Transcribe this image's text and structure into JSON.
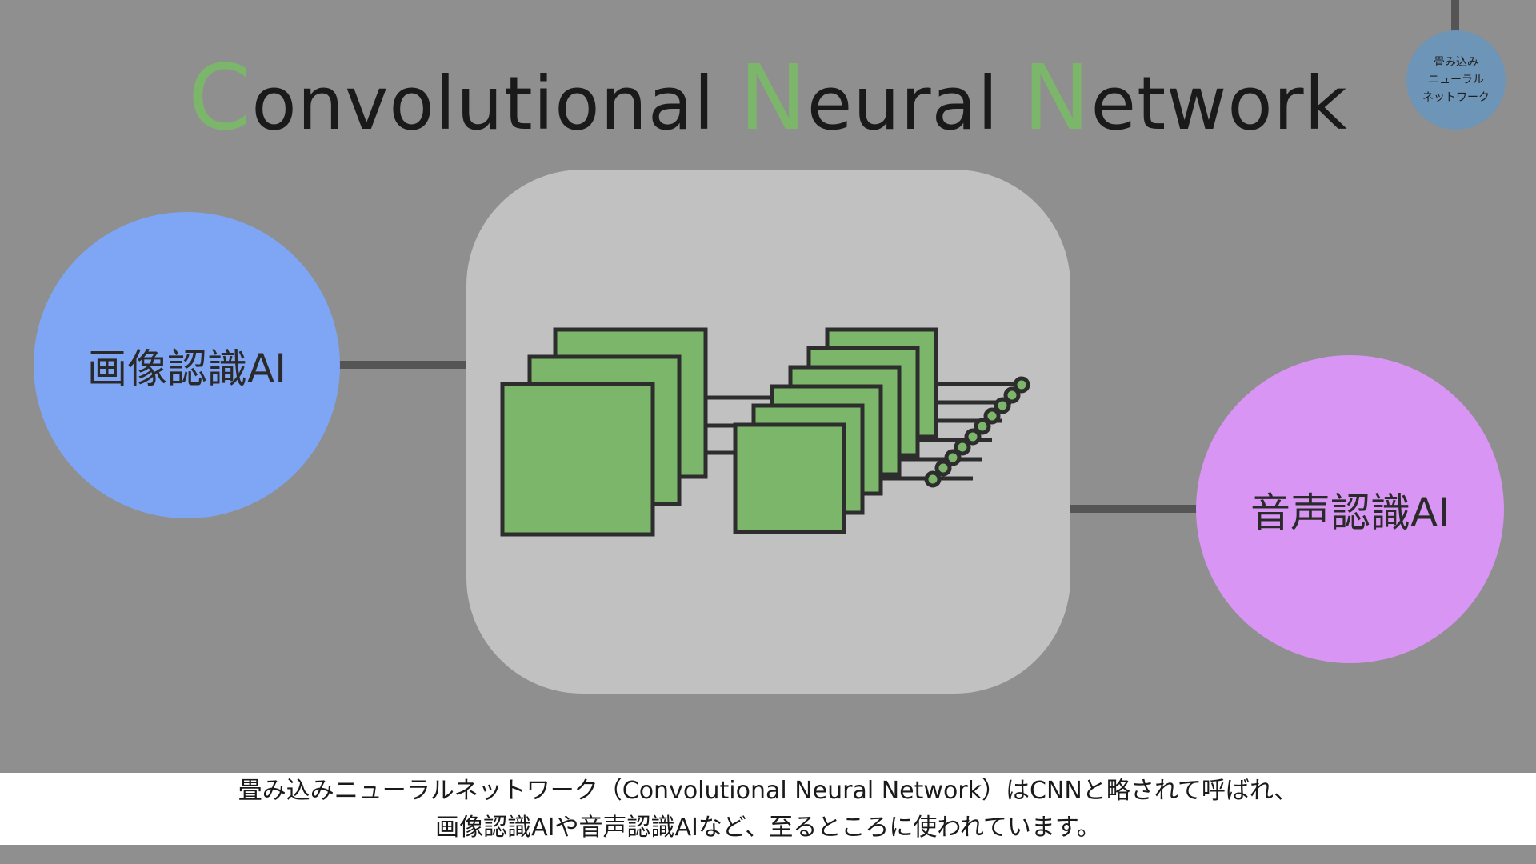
{
  "title": {
    "parts": [
      {
        "initial": "C",
        "rest": "onvolutional"
      },
      {
        "initial": "N",
        "rest": "eural"
      },
      {
        "initial": "N",
        "rest": "etwork"
      }
    ]
  },
  "badge": {
    "lines": [
      "畳み込み",
      "ニューラル",
      "ネットワーク"
    ]
  },
  "left_node": {
    "label": "画像認識AI"
  },
  "right_node": {
    "label": "音声認識AI"
  },
  "caption": {
    "line1": "畳み込みニューラルネットワーク（Convolutional Neural Network）はCNNと略されて呼ばれ、",
    "line2": "画像認識AIや音声認識AIなど、至るところに使われています。"
  },
  "colors": {
    "background": "#8f8f8f",
    "accent_green": "#7cb66a",
    "left_node": "#7fa6f5",
    "right_node": "#d895f4",
    "badge": "#6d95b7",
    "panel": "#c1c1c1"
  },
  "icons": {
    "cnn_diagram": "cnn-layers-icon"
  }
}
